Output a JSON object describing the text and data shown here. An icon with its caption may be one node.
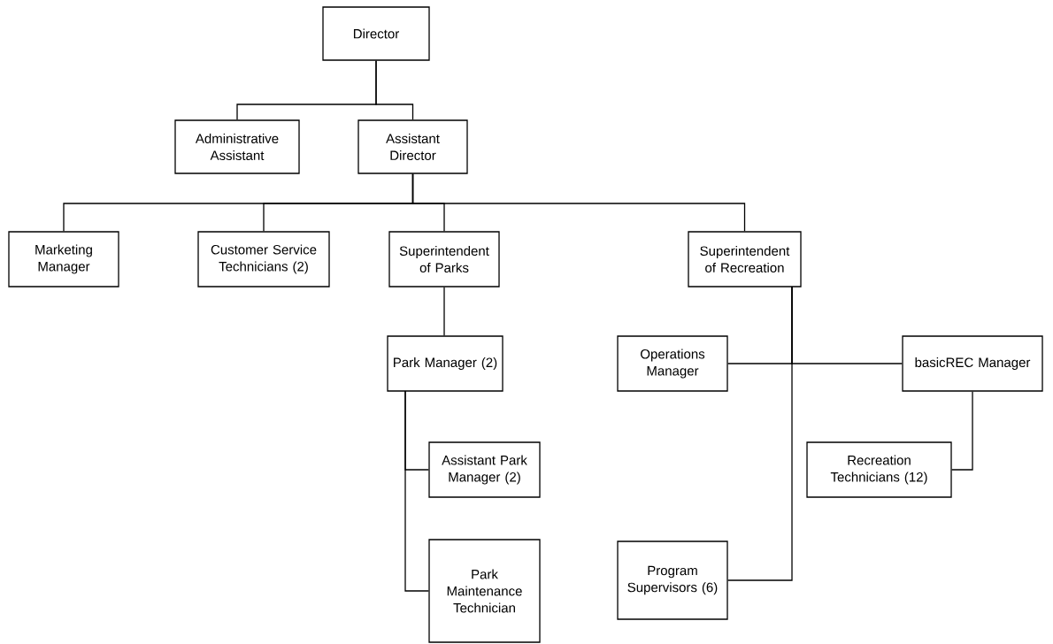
{
  "diagram": {
    "nodes": [
      {
        "text": [
          "Director"
        ]
      },
      {
        "text": [
          "Administrative Assistant"
        ]
      },
      {
        "text": [
          "Assistant Director"
        ]
      },
      {
        "text": [
          "Marketing Manager"
        ]
      },
      {
        "text": [
          "Customer Service Technicians (2)"
        ]
      },
      {
        "text": [
          "Superintendent of Parks"
        ]
      },
      {
        "text": [
          "Superintendent of Recreation"
        ]
      },
      {
        "text": [
          "Park Manager (2)"
        ]
      },
      {
        "text": [
          "Operations Manager"
        ]
      },
      {
        "text": [
          "basicREC Manager"
        ]
      },
      {
        "text": [
          "Assistant Park Manager (2)"
        ]
      },
      {
        "text": [
          "Recreation Technicians (12)"
        ]
      },
      {
        "text": [
          "Park Maintenance Technician"
        ]
      },
      {
        "text": [
          "Program Supervisors (6)"
        ]
      }
    ],
    "edges": [
      {
        "from": 0,
        "to": 1,
        "arrow": "none"
      },
      {
        "from": 0,
        "to": 2,
        "arrow": "none"
      },
      {
        "from": 2,
        "to": 3,
        "arrow": "none"
      },
      {
        "from": 2,
        "to": 4,
        "arrow": "none"
      },
      {
        "from": 2,
        "to": 5,
        "arrow": "none"
      },
      {
        "from": 2,
        "to": 6,
        "arrow": "none"
      },
      {
        "from": 5,
        "to": 7,
        "arrow": "none"
      },
      {
        "from": 7,
        "to": 10,
        "arrow": "none"
      },
      {
        "from": 7,
        "to": 12,
        "arrow": "none"
      },
      {
        "from": 6,
        "to": 8,
        "arrow": "none"
      },
      {
        "from": 6,
        "to": 9,
        "arrow": "none"
      },
      {
        "from": 6,
        "to": 13,
        "arrow": "none"
      },
      {
        "from": 9,
        "to": 11,
        "arrow": "none"
      }
    ]
  }
}
